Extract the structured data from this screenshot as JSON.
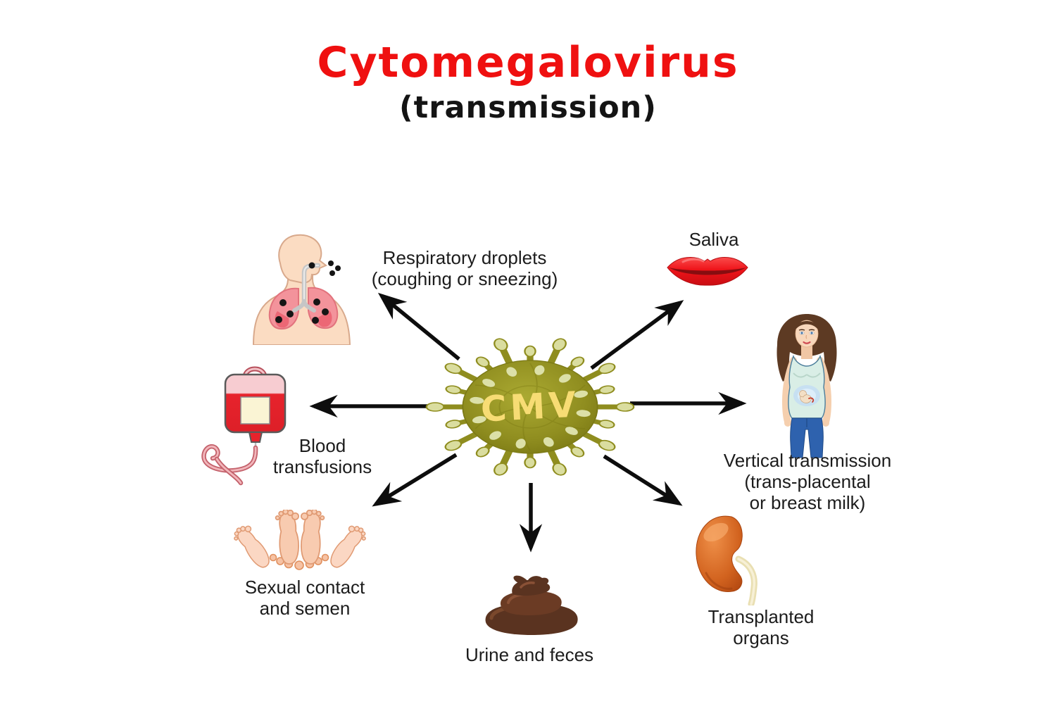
{
  "title": {
    "main": "Cytomegalovirus",
    "sub": "(transmission)"
  },
  "virus": {
    "label": "CMV"
  },
  "routes": [
    {
      "id": "respiratory",
      "label": "Respiratory droplets\n(coughing or sneezing)",
      "icon": "lungs-person-icon"
    },
    {
      "id": "saliva",
      "label": "Saliva",
      "icon": "lips-icon"
    },
    {
      "id": "vertical-transmission",
      "label": "Vertical transmission\n(trans-placental\nor breast milk)",
      "icon": "pregnant-woman-icon"
    },
    {
      "id": "transplanted-organs",
      "label": "Transplanted\norgans",
      "icon": "kidney-icon"
    },
    {
      "id": "urine-and-feces",
      "label": "Urine and feces",
      "icon": "feces-icon"
    },
    {
      "id": "sexual-contact",
      "label": "Sexual contact\nand semen",
      "icon": "feet-icon"
    },
    {
      "id": "blood-transfusions",
      "label": "Blood\ntransfusions",
      "icon": "blood-bag-icon"
    }
  ],
  "palette": {
    "background": "#ffffff",
    "title_red": "#ef1010",
    "label_text": "#1c1c1c",
    "arrow_black": "#0d0d0d",
    "virus_olive": "#8f8d1f",
    "virus_spot": "#dce0a8",
    "cmv_yellow": "#f7dc74",
    "skin": "#fbdcc2",
    "lung_pink": "#f3939b",
    "lips_red": "#ee1319",
    "blood_red": "#e7232c",
    "blood_pink": "#f7ccd1",
    "tank_mint": "#d9eee6",
    "jeans_blue": "#2e62ae",
    "hair_brown": "#5d3a23",
    "kidney_orange": "#d2631f",
    "feces_brown": "#5a3320"
  }
}
